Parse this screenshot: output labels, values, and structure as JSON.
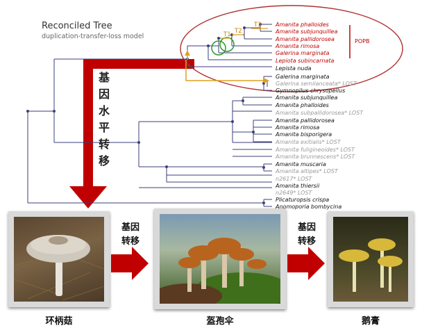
{
  "header": {
    "title": "Reconciled Tree",
    "subtitle": "duplication-transfer-loss model"
  },
  "hgt_label": "基因水平转移",
  "transfer_markers": [
    "T1",
    "T2",
    "T3"
  ],
  "group_label": "POPB",
  "taxa": [
    {
      "name": "Amanita phalloides",
      "status": "red"
    },
    {
      "name": "Amanita subjunquillea",
      "status": "red"
    },
    {
      "name": "Amanita pallidorosea",
      "status": "red"
    },
    {
      "name": "Amanita rimosa",
      "status": "red"
    },
    {
      "name": "Galerina marginata",
      "status": "red"
    },
    {
      "name": "Lepiota subincarnata",
      "status": "red"
    },
    {
      "name": "Lepista nuda",
      "status": "normal"
    },
    {
      "name": "Galerina marginata",
      "status": "normal"
    },
    {
      "name": "Galerina semilanceata* LOST",
      "status": "lost"
    },
    {
      "name": "Gymnopilus chrysopellus",
      "status": "normal"
    },
    {
      "name": "Amanita subjunquillea",
      "status": "normal"
    },
    {
      "name": "Amanita phalloides",
      "status": "normal"
    },
    {
      "name": "Amanita subpallidorosea* LOST",
      "status": "lost"
    },
    {
      "name": "Amanita pallidorosea",
      "status": "normal"
    },
    {
      "name": "Amanita rimosa",
      "status": "normal"
    },
    {
      "name": "Amanita bisporigera",
      "status": "normal"
    },
    {
      "name": "Amanita exitialis* LOST",
      "status": "lost"
    },
    {
      "name": "Amanita fuligineoides* LOST",
      "status": "lost"
    },
    {
      "name": "Amanita brunnescens* LOST",
      "status": "lost"
    },
    {
      "name": "Amanita muscaria",
      "status": "normal"
    },
    {
      "name": "Amanita altipes* LOST",
      "status": "lost"
    },
    {
      "name": "n2617* LOST",
      "status": "lost"
    },
    {
      "name": "Amanita thiersii",
      "status": "normal"
    },
    {
      "name": "n2649* LOST",
      "status": "lost"
    },
    {
      "name": "Plicaturopsis crispa",
      "status": "normal"
    },
    {
      "name": "Anomoporia bombycina",
      "status": "normal"
    }
  ],
  "transfer_label": "基因转移",
  "photos": [
    {
      "caption": "环柄菇"
    },
    {
      "caption": "盔孢伞"
    },
    {
      "caption": "鹅膏"
    }
  ],
  "colors": {
    "red": "#c00000",
    "lost": "#9a9a9a",
    "normal": "#111111",
    "transfer": "#e0a020",
    "dup_circle": "#2a9a2a",
    "branch": "#3b3f7a"
  }
}
